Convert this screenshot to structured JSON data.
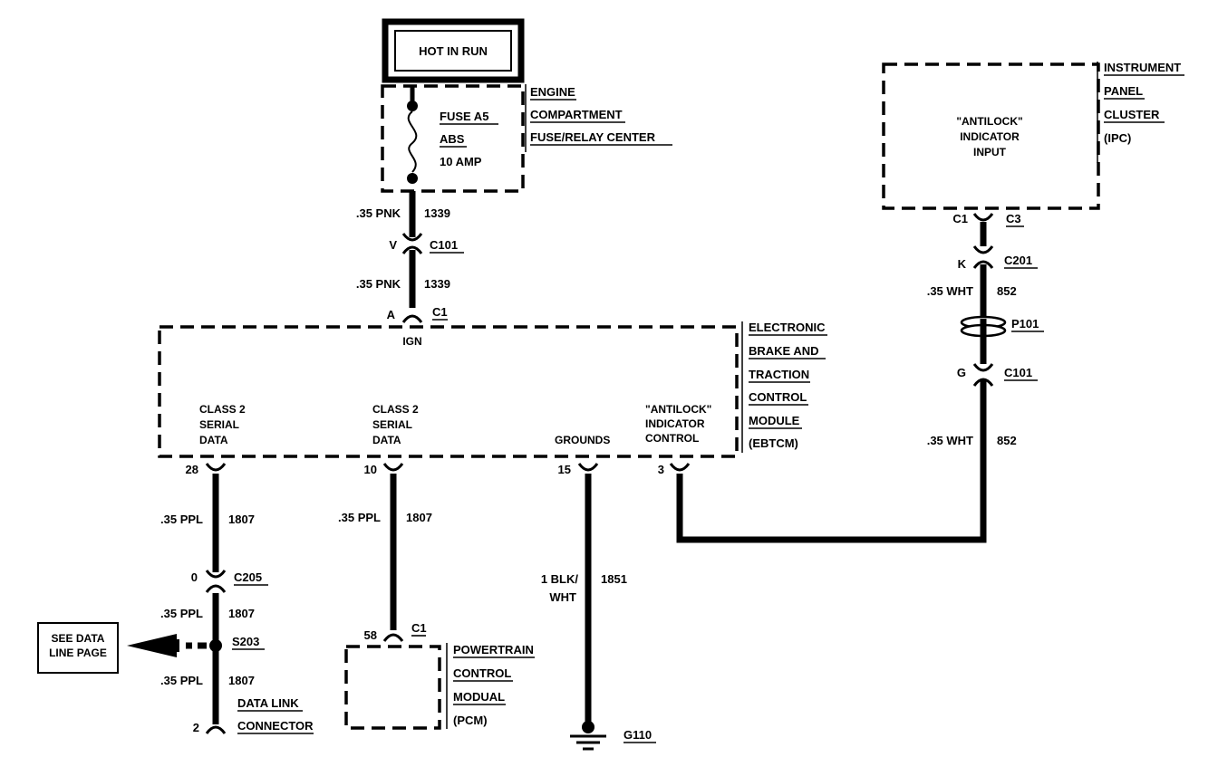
{
  "power_source": {
    "label": "HOT IN RUN"
  },
  "fuse_block": {
    "fuse_lines": [
      "FUSE A5",
      "ABS",
      "10 AMP"
    ],
    "location_lines": [
      "ENGINE",
      "COMPARTMENT",
      "FUSE/RELAY CENTER"
    ]
  },
  "ipc": {
    "name_lines": [
      "INSTRUMENT",
      "PANEL",
      "CLUSTER",
      "(IPC)"
    ],
    "input_lines": [
      "\"ANTILOCK\"",
      "INDICATOR",
      "INPUT"
    ],
    "conn_left": "C1",
    "conn_right": "C3"
  },
  "ebtcm": {
    "name_lines": [
      "ELECTRONIC",
      "BRAKE AND",
      "TRACTION",
      "CONTROL",
      "MODULE",
      "(EBTCM)"
    ],
    "ign_label": "IGN",
    "ign_pin": "A",
    "ign_conn": "C1",
    "pins": [
      {
        "num": "28",
        "lines": [
          "CLASS 2",
          "SERIAL",
          "DATA"
        ]
      },
      {
        "num": "10",
        "lines": [
          "CLASS 2",
          "SERIAL",
          "DATA"
        ]
      },
      {
        "num": "15",
        "lines": [
          "GROUNDS"
        ]
      },
      {
        "num": "3",
        "lines": [
          "\"ANTILOCK\"",
          "INDICATOR",
          "CONTROL"
        ]
      }
    ]
  },
  "ign_wire": {
    "upper": {
      "gauge": ".35 PNK",
      "circuit": "1339"
    },
    "connector": {
      "pin": "V",
      "name": "C101"
    },
    "lower": {
      "gauge": ".35 PNK",
      "circuit": "1339"
    }
  },
  "indicator_wire": {
    "c201": {
      "pin": "K",
      "name": "C201"
    },
    "upper": {
      "gauge": ".35 WHT",
      "circuit": "852"
    },
    "p101": "P101",
    "c101": {
      "pin": "G",
      "name": "C101"
    },
    "lower": {
      "gauge": ".35 WHT",
      "circuit": "852"
    }
  },
  "data_wire_28": {
    "seg1": {
      "gauge": ".35 PPL",
      "circuit": "1807"
    },
    "c205": {
      "pin": "0",
      "name": "C205"
    },
    "seg2": {
      "gauge": ".35 PPL",
      "circuit": "1807"
    },
    "splice": "S203",
    "see_page": [
      "SEE DATA",
      "LINE PAGE"
    ],
    "seg3": {
      "gauge": ".35 PPL",
      "circuit": "1807"
    },
    "dlc_pin": "2",
    "dlc_lines": [
      "DATA LINK",
      "CONNECTOR"
    ]
  },
  "data_wire_10": {
    "seg": {
      "gauge": ".35 PPL",
      "circuit": "1807"
    },
    "pcm_pin": "58",
    "pcm_conn": "C1",
    "pcm_lines": [
      "POWERTRAIN",
      "CONTROL",
      "MODUAL",
      "(PCM)"
    ]
  },
  "ground_wire": {
    "gauge_lines": [
      "1 BLK/",
      "WHT"
    ],
    "circuit": "1851",
    "ground": "G110"
  }
}
